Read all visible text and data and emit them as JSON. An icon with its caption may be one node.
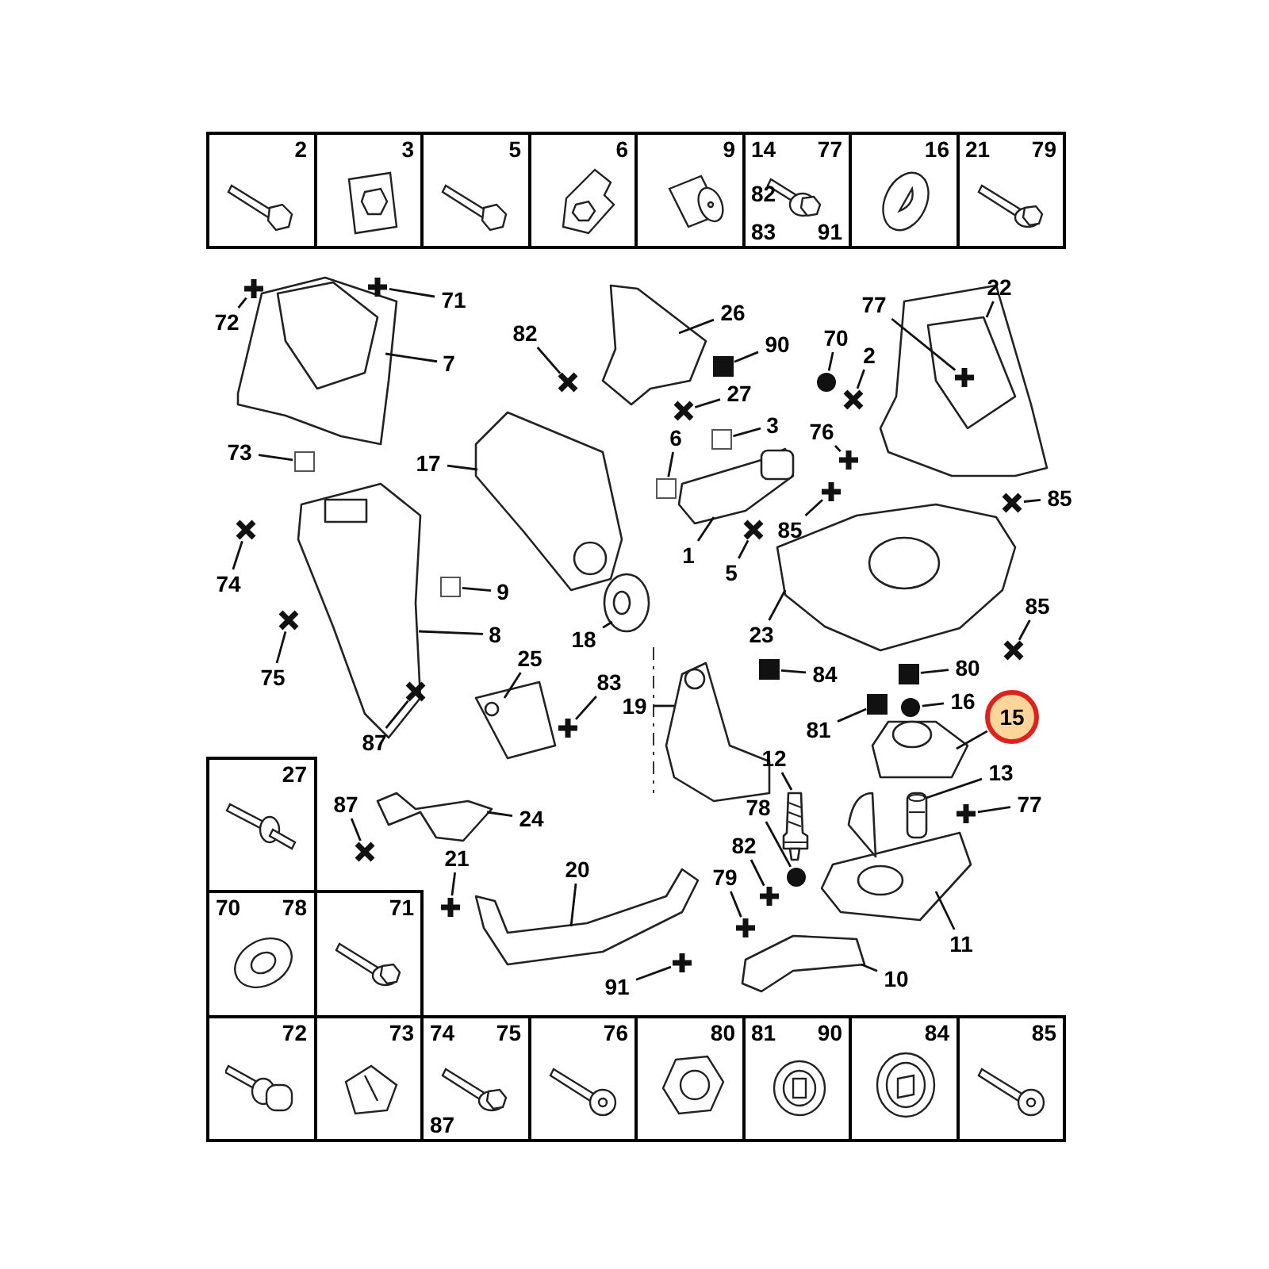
{
  "diagram": {
    "nodes": [
      {
        "text": [
          "2"
        ]
      },
      {
        "text": [
          "3"
        ]
      },
      {
        "text": [
          "5"
        ]
      },
      {
        "text": [
          "6"
        ]
      },
      {
        "text": [
          "9"
        ]
      },
      {
        "text": [
          "14",
          "77",
          "82",
          "83",
          "91"
        ]
      },
      {
        "text": [
          "16"
        ]
      },
      {
        "text": [
          "21",
          "79"
        ]
      },
      {
        "text": [
          "72"
        ]
      },
      {
        "text": [
          "71"
        ]
      },
      {
        "text": [
          "7"
        ]
      },
      {
        "text": [
          "82"
        ]
      },
      {
        "text": [
          "26"
        ]
      },
      {
        "text": [
          "90"
        ]
      },
      {
        "text": [
          "70"
        ]
      },
      {
        "text": [
          "2"
        ]
      },
      {
        "text": [
          "77"
        ]
      },
      {
        "text": [
          "22"
        ]
      },
      {
        "text": [
          "73"
        ]
      },
      {
        "text": [
          "27"
        ]
      },
      {
        "text": [
          "3"
        ]
      },
      {
        "text": [
          "6"
        ]
      },
      {
        "text": [
          "76"
        ]
      },
      {
        "text": [
          "17"
        ]
      },
      {
        "text": [
          "85"
        ]
      },
      {
        "text": [
          "85"
        ]
      },
      {
        "text": [
          "1"
        ]
      },
      {
        "text": [
          "5"
        ]
      },
      {
        "text": [
          "74"
        ]
      },
      {
        "text": [
          "9"
        ]
      },
      {
        "text": [
          "85"
        ]
      },
      {
        "text": [
          "8"
        ]
      },
      {
        "text": [
          "23"
        ]
      },
      {
        "text": [
          "18"
        ]
      },
      {
        "text": [
          "75"
        ]
      },
      {
        "text": [
          "25"
        ]
      },
      {
        "text": [
          "80"
        ]
      },
      {
        "text": [
          "84"
        ]
      },
      {
        "text": [
          "83"
        ]
      },
      {
        "text": [
          "16"
        ]
      },
      {
        "text": [
          "19"
        ]
      },
      {
        "text": [
          "15"
        ]
      },
      {
        "text": [
          "81"
        ]
      },
      {
        "text": [
          "87"
        ]
      },
      {
        "text": [
          "12"
        ]
      },
      {
        "text": [
          "13"
        ]
      },
      {
        "text": [
          "77"
        ]
      },
      {
        "text": [
          "87"
        ]
      },
      {
        "text": [
          "78"
        ]
      },
      {
        "text": [
          "24"
        ]
      },
      {
        "text": [
          "82"
        ]
      },
      {
        "text": [
          "21"
        ]
      },
      {
        "text": [
          "20"
        ]
      },
      {
        "text": [
          "79"
        ]
      },
      {
        "text": [
          "11"
        ]
      },
      {
        "text": [
          "10"
        ]
      },
      {
        "text": [
          "91"
        ]
      },
      {
        "text": [
          "27"
        ]
      },
      {
        "text": [
          "70",
          "78"
        ]
      },
      {
        "text": [
          "71"
        ]
      },
      {
        "text": [
          "72"
        ]
      },
      {
        "text": [
          "73"
        ]
      },
      {
        "text": [
          "74",
          "75",
          "87"
        ]
      },
      {
        "text": [
          "76"
        ]
      },
      {
        "text": [
          "80"
        ]
      },
      {
        "text": [
          "81",
          "90"
        ]
      },
      {
        "text": [
          "84"
        ]
      },
      {
        "text": [
          "85"
        ]
      },
      {
        "text": [],
        "shape": "cross"
      },
      {
        "text": [],
        "shape": "cross"
      },
      {
        "text": [],
        "shape": "cross"
      },
      {
        "text": [],
        "shape": "box"
      },
      {
        "text": [],
        "shape": "circle"
      },
      {
        "text": [],
        "shape": "cross"
      },
      {
        "text": [],
        "shape": "cross",
        "in": 106
      },
      {
        "text": [],
        "shape": "box"
      },
      {
        "text": [],
        "shape": "cross"
      },
      {
        "text": [],
        "shape": "box"
      },
      {
        "text": [],
        "shape": "box"
      },
      {
        "text": [],
        "shape": "cross"
      },
      {
        "text": [],
        "shape": "cross"
      },
      {
        "text": [],
        "shape": "cross"
      },
      {
        "text": [],
        "shape": "cross"
      },
      {
        "text": [],
        "shape": "cross"
      },
      {
        "text": [],
        "shape": "box"
      },
      {
        "text": [],
        "shape": "cross"
      },
      {
        "text": [],
        "shape": "cross"
      },
      {
        "text": [],
        "shape": "box"
      },
      {
        "text": [],
        "shape": "box"
      },
      {
        "text": [],
        "shape": "cross"
      },
      {
        "text": [],
        "shape": "circle"
      },
      {
        "text": [],
        "shape": "box"
      },
      {
        "text": [],
        "shape": "cross"
      },
      {
        "text": [],
        "shape": "cross"
      },
      {
        "text": [],
        "shape": "cross"
      },
      {
        "text": [],
        "shape": "circle"
      },
      {
        "text": [],
        "shape": "cross"
      },
      {
        "text": [],
        "shape": "cross"
      },
      {
        "text": [],
        "shape": "cross"
      },
      {
        "text": [],
        "shape": "cross"
      },
      {
        "text": [],
        "shape": "picture"
      },
      {
        "text": [],
        "shape": "picture"
      },
      {
        "text": [],
        "shape": "picture"
      },
      {
        "text": [],
        "shape": "picture"
      },
      {
        "text": [],
        "shape": "picture"
      },
      {
        "text": [],
        "shape": "picture"
      },
      {
        "text": [],
        "shape": "picture"
      },
      {
        "text": [],
        "shape": "picture"
      },
      {
        "text": [],
        "shape": "picture"
      },
      {
        "text": [],
        "shape": "picture"
      },
      {
        "text": [],
        "shape": "picture"
      },
      {
        "text": [],
        "shape": "picture"
      },
      {
        "text": [],
        "shape": "picture"
      },
      {
        "text": [],
        "shape": "picture"
      },
      {
        "text": [],
        "shape": "picture"
      },
      {
        "text": [],
        "shape": "picture"
      },
      {
        "text": [],
        "shape": "picture"
      }
    ],
    "edges": [
      {
        "from": 8,
        "to": 68,
        "arrow": "none"
      },
      {
        "from": 9,
        "to": 69,
        "arrow": "none"
      },
      {
        "from": 10,
        "to": 100,
        "arrow": "none"
      },
      {
        "from": 11,
        "to": 70,
        "arrow": "none"
      },
      {
        "from": 12,
        "to": 103,
        "arrow": "none"
      },
      {
        "from": 13,
        "to": 71,
        "arrow": "none"
      },
      {
        "from": 14,
        "to": 72,
        "arrow": "none"
      },
      {
        "from": 15,
        "to": 73,
        "arrow": "none"
      },
      {
        "from": 16,
        "to": 74,
        "arrow": "none"
      },
      {
        "from": 17,
        "to": 106,
        "arrow": "none"
      },
      {
        "from": 18,
        "to": 75,
        "arrow": "none"
      },
      {
        "from": 19,
        "to": 76,
        "arrow": "none"
      },
      {
        "from": 20,
        "to": 77,
        "arrow": "none"
      },
      {
        "from": 21,
        "to": 78,
        "arrow": "none"
      },
      {
        "from": 22,
        "to": 79,
        "arrow": "none"
      },
      {
        "from": 23,
        "to": 102,
        "arrow": "none"
      },
      {
        "from": 24,
        "to": 80,
        "arrow": "none"
      },
      {
        "from": 25,
        "to": 81,
        "arrow": "none"
      },
      {
        "from": 26,
        "to": 104,
        "arrow": "none"
      },
      {
        "from": 27,
        "to": 82,
        "arrow": "none"
      },
      {
        "from": 28,
        "to": 83,
        "arrow": "none"
      },
      {
        "from": 29,
        "to": 84,
        "arrow": "none"
      },
      {
        "from": 30,
        "to": 85,
        "arrow": "none"
      },
      {
        "from": 31,
        "to": 101,
        "arrow": "none"
      },
      {
        "from": 32,
        "to": 107,
        "arrow": "none"
      },
      {
        "from": 33,
        "to": 105,
        "arrow": "none"
      },
      {
        "from": 34,
        "to": 86,
        "arrow": "none"
      },
      {
        "from": 35,
        "to": 109,
        "arrow": "none"
      },
      {
        "from": 36,
        "to": 87,
        "arrow": "none"
      },
      {
        "from": 37,
        "to": 88,
        "arrow": "none"
      },
      {
        "from": 38,
        "to": 89,
        "arrow": "none"
      },
      {
        "from": 39,
        "to": 90,
        "arrow": "none"
      },
      {
        "from": 40,
        "to": 108,
        "arrow": "none"
      },
      {
        "from": 41,
        "to": 110,
        "arrow": "none"
      },
      {
        "from": 42,
        "to": 91,
        "arrow": "none"
      },
      {
        "from": 43,
        "to": 92,
        "arrow": "none"
      },
      {
        "from": 44,
        "to": 112,
        "arrow": "none"
      },
      {
        "from": 45,
        "to": 113,
        "arrow": "none"
      },
      {
        "from": 46,
        "to": 93,
        "arrow": "none"
      },
      {
        "from": 47,
        "to": 94,
        "arrow": "none"
      },
      {
        "from": 48,
        "to": 95,
        "arrow": "none"
      },
      {
        "from": 49,
        "to": 116,
        "arrow": "none"
      },
      {
        "from": 50,
        "to": 96,
        "arrow": "none"
      },
      {
        "from": 51,
        "to": 97,
        "arrow": "none"
      },
      {
        "from": 52,
        "to": 115,
        "arrow": "none"
      },
      {
        "from": 53,
        "to": 98,
        "arrow": "none"
      },
      {
        "from": 54,
        "to": 111,
        "arrow": "none"
      },
      {
        "from": 55,
        "to": 114,
        "arrow": "none"
      },
      {
        "from": 56,
        "to": 99,
        "arrow": "none"
      }
    ]
  }
}
